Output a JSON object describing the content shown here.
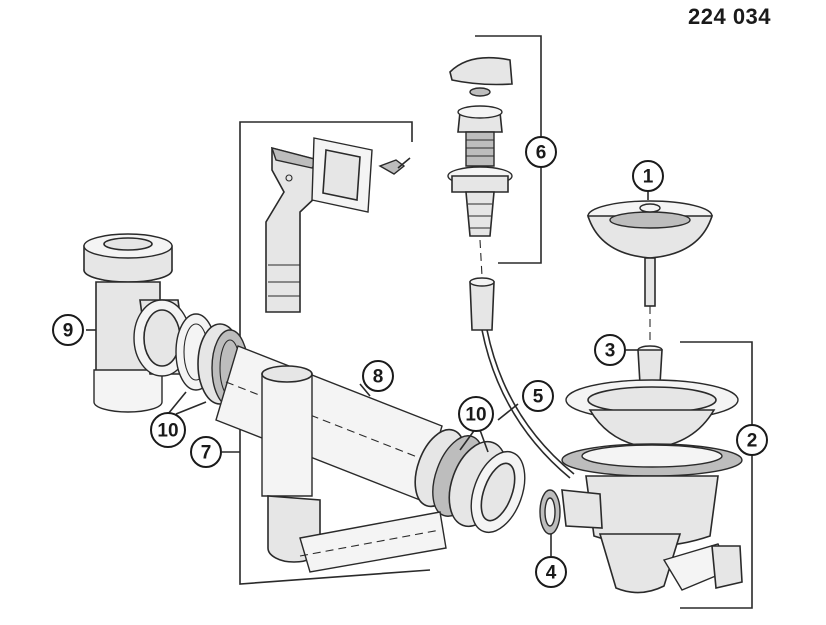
{
  "document": {
    "number": "224 034"
  },
  "callouts": [
    {
      "id": "1",
      "label": "1"
    },
    {
      "id": "2",
      "label": "2"
    },
    {
      "id": "3",
      "label": "3"
    },
    {
      "id": "4",
      "label": "4"
    },
    {
      "id": "5",
      "label": "5"
    },
    {
      "id": "6",
      "label": "6"
    },
    {
      "id": "7",
      "label": "7"
    },
    {
      "id": "8",
      "label": "8"
    },
    {
      "id": "9",
      "label": "9"
    },
    {
      "id": "10a",
      "label": "10"
    },
    {
      "id": "10b",
      "label": "10"
    }
  ]
}
